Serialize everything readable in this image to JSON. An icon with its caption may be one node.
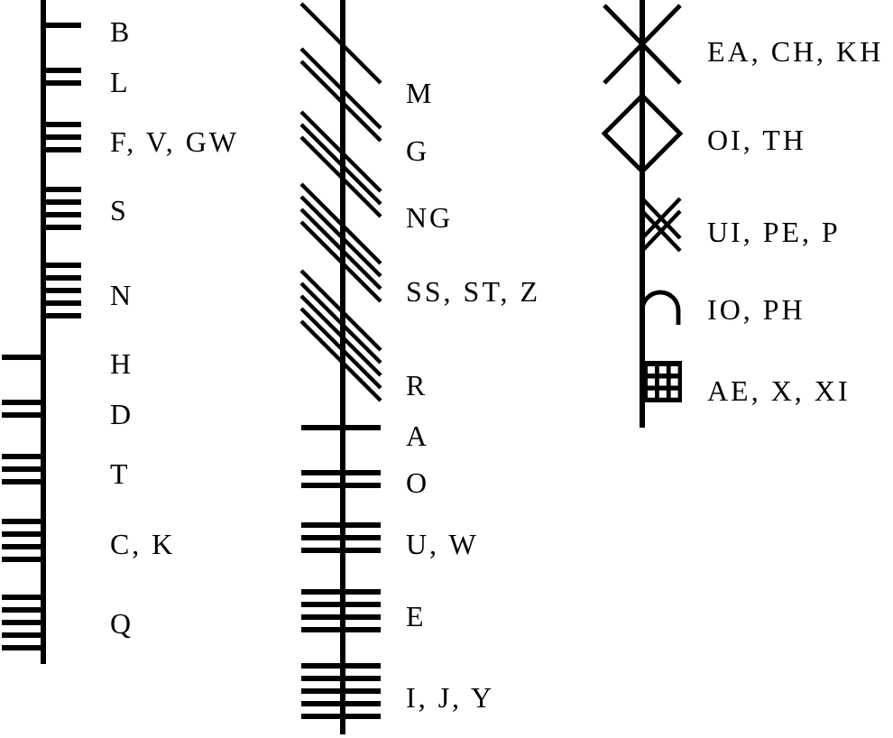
{
  "diagram": {
    "labels": [
      "B",
      "L",
      "F, V, GW",
      "S",
      "N",
      "H",
      "D",
      "T",
      "C, K",
      "Q",
      "M",
      "G",
      "NG",
      "SS, ST, Z",
      "R",
      "A",
      "O",
      "U, W",
      "E",
      "I, J, Y",
      "EA, CH, KH",
      "OI, TH",
      "UI, PE, P",
      "IO, PH",
      "AE, X, XI"
    ]
  }
}
